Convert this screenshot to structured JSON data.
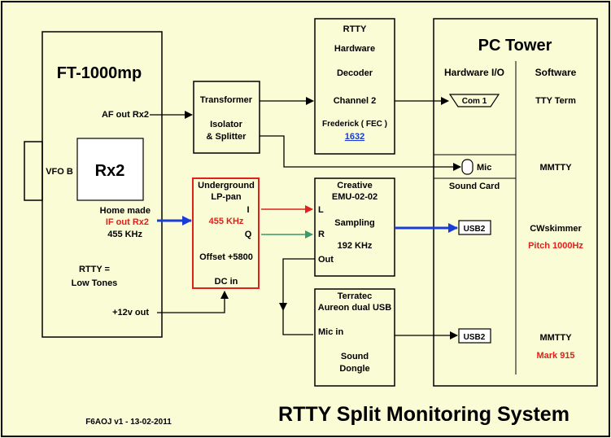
{
  "colors": {
    "background": "#fafcd6",
    "line": "#000000",
    "red": "#e0201a",
    "blue": "#1a3cd8",
    "green": "#3a9a6c",
    "link": "#1a3cc8",
    "rx2_box": "#ffffff"
  },
  "radio": {
    "title": "FT-1000mp",
    "vfo": "VFO B",
    "rx2": "Rx2",
    "af_out": "AF out  Rx2",
    "home_made": "Home made",
    "if_out": "IF out Rx2",
    "freq": "455 KHz",
    "rtty_1": "RTTY =",
    "rtty_2": "Low Tones",
    "v12": "+12v out"
  },
  "transformer": {
    "line1": "Transformer",
    "line2": "Isolator",
    "line3": "& Splitter"
  },
  "rtty_decoder": {
    "line1": "RTTY",
    "line2": "Hardware",
    "line3": "Decoder",
    "line4": "Channel 2",
    "line5": "Frederick ( FEC )",
    "link": "1632"
  },
  "lppan": {
    "line1": "Underground",
    "line2": "LP-pan",
    "port_i": "I",
    "freq": "455 KHz",
    "port_q": "Q",
    "offset": "Offset +5800",
    "dc_in": "DC in"
  },
  "creative": {
    "line1": "Creative",
    "line2": "EMU-02-02",
    "port_l": "L",
    "sampling": "Sampling",
    "port_r": "R",
    "rate": "192 KHz",
    "out": "Out"
  },
  "terratec": {
    "line1": "Terratec",
    "line2": "Aureon dual USB",
    "mic_in": "Mic in",
    "line3": "Sound",
    "line4": "Dongle"
  },
  "pc": {
    "title": "PC Tower",
    "hw_io": "Hardware I/O",
    "software": "Software",
    "com1": "Com 1",
    "tty_term": "TTY Term",
    "mic": "Mic",
    "mmtty1": "MMTTY",
    "sound_card": "Sound Card",
    "usb2_a": "USB2",
    "cwskimmer": "CWskimmer",
    "pitch": "Pitch 1000Hz",
    "usb2_b": "USB2",
    "mmtty2": "MMTTY",
    "mark": "Mark 915"
  },
  "footer": {
    "credit": "F6AOJ v1  - 13-02-2011",
    "title": "RTTY Split Monitoring System"
  }
}
